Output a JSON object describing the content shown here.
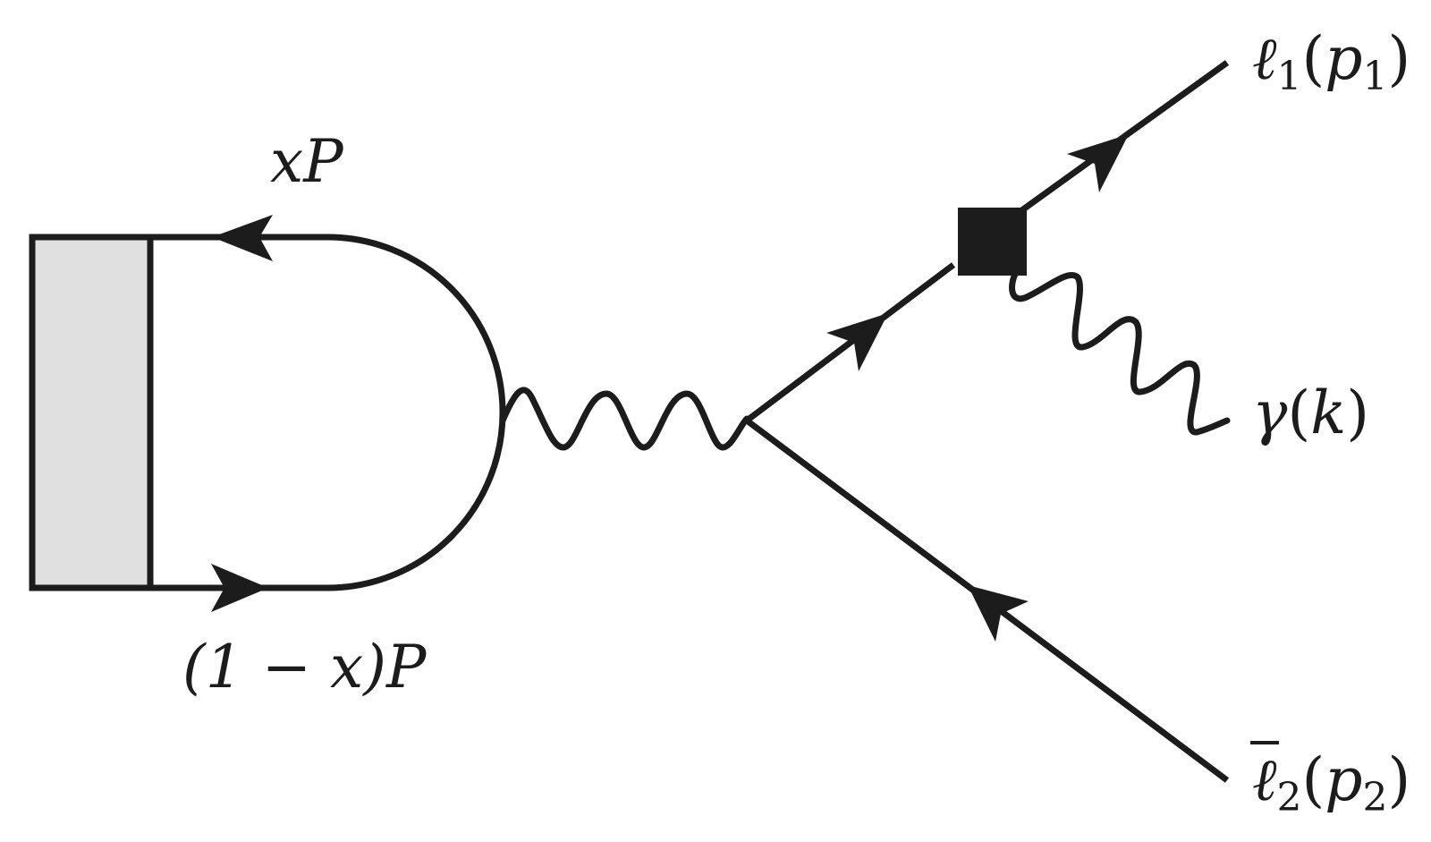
{
  "diagram": {
    "labels": {
      "incoming_top": "xP",
      "incoming_bottom": "(1 − x)P",
      "lepton_out": "ℓ",
      "lepton_out_sub": "1",
      "lepton_out_momentum": "p",
      "lepton_out_momentum_sub": "1",
      "photon": "γ",
      "photon_momentum": "k",
      "antilepton": "ℓ",
      "antilepton_sub": "2",
      "antilepton_momentum": "p",
      "antilepton_momentum_sub": "2"
    },
    "colors": {
      "ink": "#1c1c1c",
      "blob_fill": "#e0e0e0"
    }
  }
}
